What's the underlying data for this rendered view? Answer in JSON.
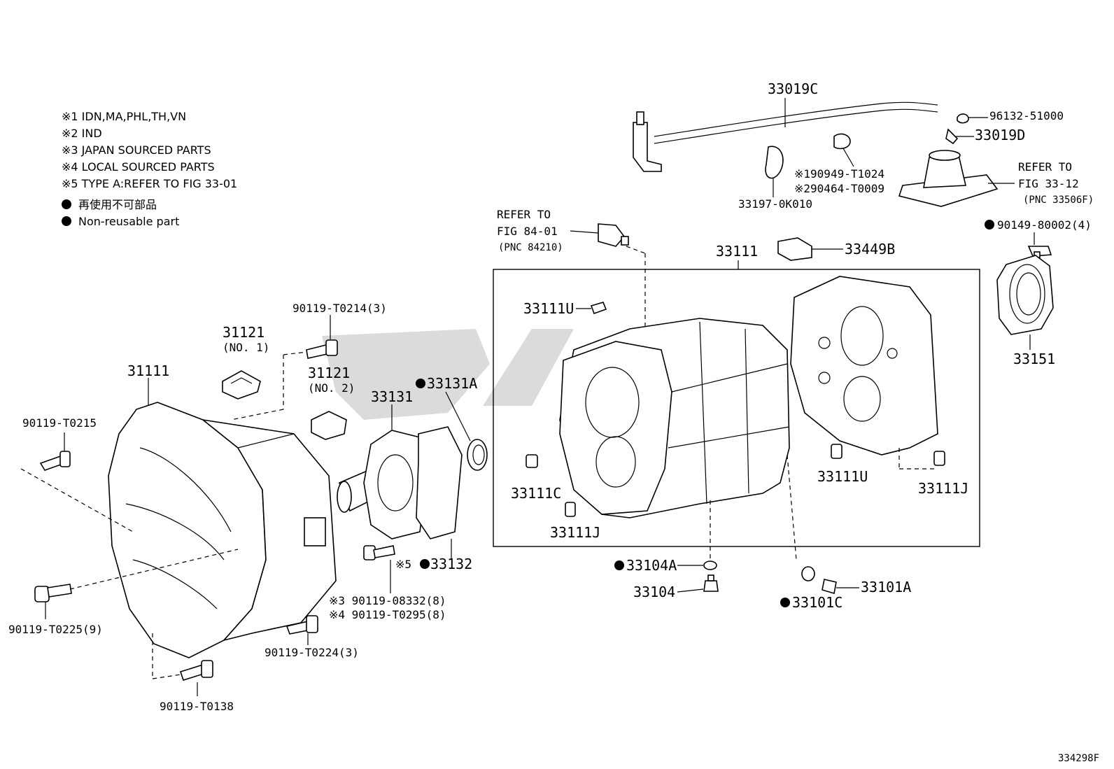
{
  "legend": {
    "notes": [
      "※1 IDN,MA,PHL,TH,VN",
      "※2 IND",
      "※3 JAPAN SOURCED PARTS",
      "※4 LOCAL SOURCED PARTS",
      "※5 TYPE A:REFER TO FIG 33-01"
    ],
    "nonreusable_jp": "再使用不可部品",
    "nonreusable_en": "Non-reusable part"
  },
  "labels": {
    "p33019C": "33019C",
    "p96132": "96132-51000",
    "p33019D": "33019D",
    "refer3312_a": "REFER TO",
    "refer3312_b": "FIG 33-12",
    "refer3312_c": "(PNC 33506F)",
    "p90949": "※190949-T1024",
    "p90464": "※290464-T0009",
    "p33197": "33197-0K010",
    "refer8401_a": "REFER TO",
    "refer8401_b": "FIG 84-01",
    "refer8401_c": "(PNC 84210)",
    "p33111": "33111",
    "p33449B": "33449B",
    "p90149": "90149-80002(4)",
    "p33151": "33151",
    "p90119_T0214": "90119-T0214(3)",
    "p31121_1": "31121",
    "p31121_1sub": "(NO. 1)",
    "p31121_2": "31121",
    "p31121_2sub": "(NO. 2)",
    "p31111": "31111",
    "p33131": "33131",
    "p33131A": "33131A",
    "p90119_T0215": "90119-T0215",
    "p33111U_a": "33111U",
    "p33111C": "33111C",
    "p33111J_a": "33111J",
    "p33111U_b": "33111U",
    "p33111J_b": "33111J",
    "p33132": "33132",
    "p33132_prefix": "※5",
    "p90119_08332": "※3 90119-08332(8)",
    "p90119_T0295": "※4 90119-T0295(8)",
    "p33104A": "33104A",
    "p33104": "33104",
    "p33101A": "33101A",
    "p33101C": "33101C",
    "p90119_T0225": "90119-T0225(9)",
    "p90119_T0224": "90119-T0224(3)",
    "p90119_T0138": "90119-T0138",
    "figure_id": "334298F"
  }
}
